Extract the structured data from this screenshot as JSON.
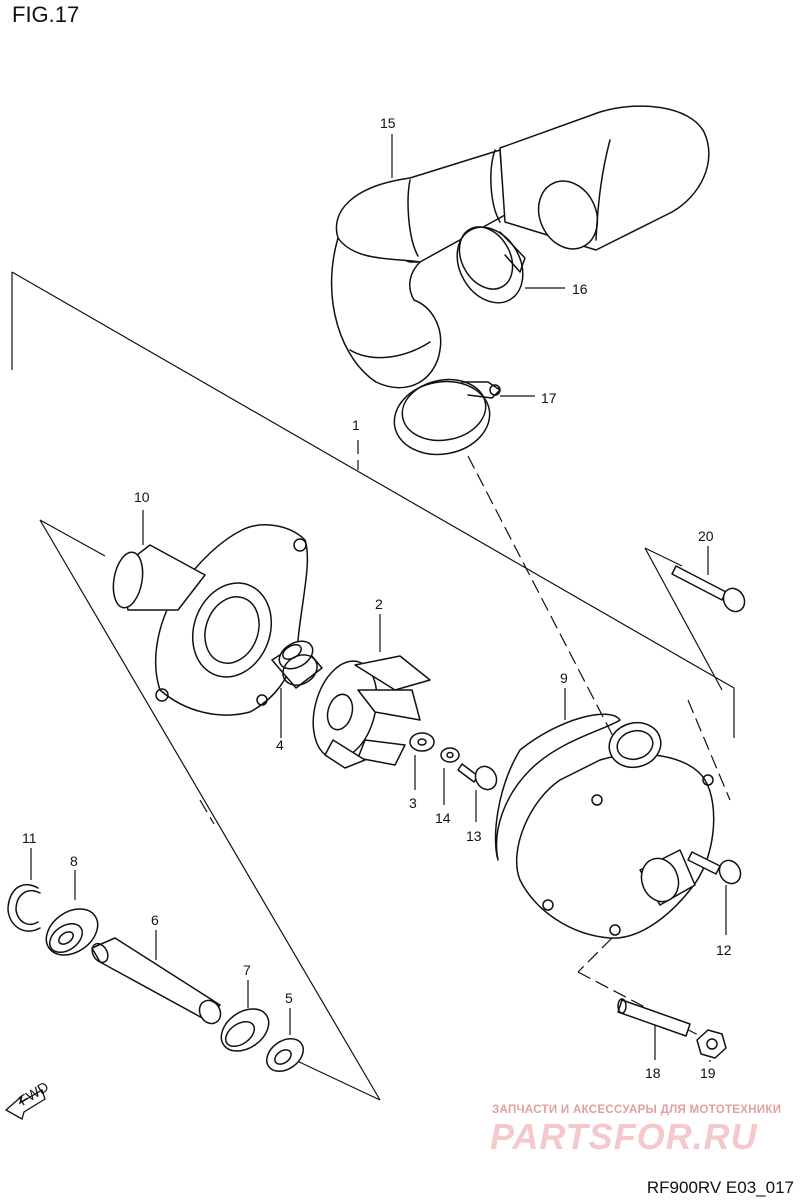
{
  "figure": {
    "title": "FIG.17",
    "code": "RF900RV E03_017"
  },
  "watermark": {
    "tagline": "ЗАПЧАСТИ И АКСЕССУАРЫ ДЛЯ МОТОТЕХНИКИ",
    "logo": "PARTSFOR.RU"
  },
  "parts": [
    {
      "key": "p1",
      "number": "1"
    },
    {
      "key": "p2",
      "number": "2"
    },
    {
      "key": "p3",
      "number": "3"
    },
    {
      "key": "p4",
      "number": "4"
    },
    {
      "key": "p5",
      "number": "5"
    },
    {
      "key": "p6",
      "number": "6"
    },
    {
      "key": "p7",
      "number": "7"
    },
    {
      "key": "p8",
      "number": "8"
    },
    {
      "key": "p9",
      "number": "9"
    },
    {
      "key": "p10",
      "number": "10"
    },
    {
      "key": "p11",
      "number": "11"
    },
    {
      "key": "p12",
      "number": "12"
    },
    {
      "key": "p13",
      "number": "13"
    },
    {
      "key": "p14",
      "number": "14"
    },
    {
      "key": "p15",
      "number": "15"
    },
    {
      "key": "p16",
      "number": "16"
    },
    {
      "key": "p17",
      "number": "17"
    },
    {
      "key": "p18",
      "number": "18"
    },
    {
      "key": "p19",
      "number": "19"
    },
    {
      "key": "p20",
      "number": "20"
    }
  ],
  "direction_arrow": {
    "label": "FWD",
    "icon": "fwd-arrow-icon"
  }
}
